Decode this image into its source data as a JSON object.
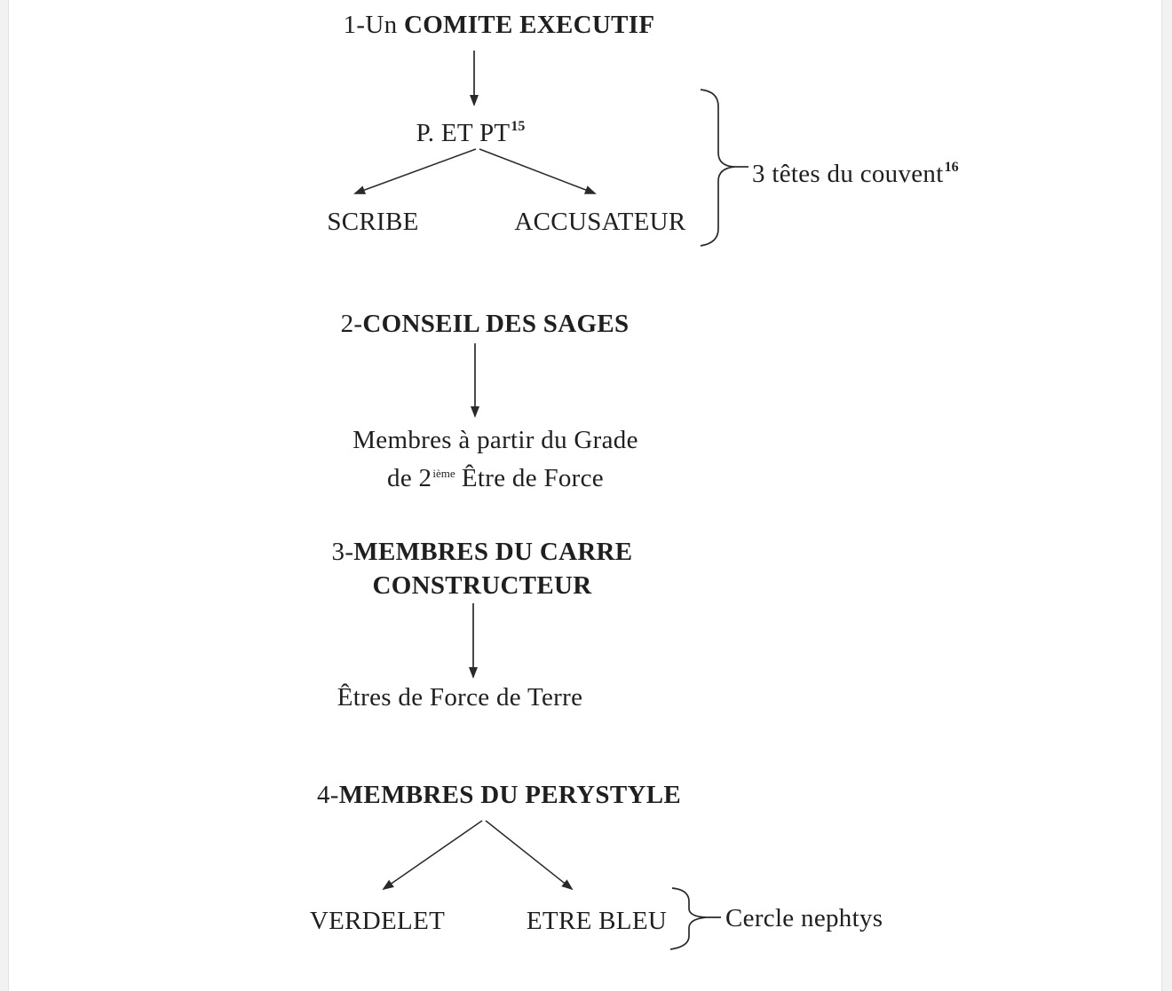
{
  "page": {
    "background_color": "#ffffff",
    "edge_strip_color": "#f2f2f2",
    "text_color": "#1f1f1f",
    "line_color": "#2a2a2a"
  },
  "org_chart": {
    "level1": {
      "prefix": "1-Un ",
      "title": "COMITE EXECUTIF",
      "subordinate": "P. ET PT",
      "subordinate_footnote": "15",
      "left_branch": "SCRIBE",
      "right_branch": "ACCUSATEUR",
      "brace_label": "3 têtes du couvent",
      "brace_label_footnote": "16"
    },
    "level2": {
      "prefix": "2-",
      "title": "CONSEIL DES SAGES",
      "subordinate_line1": "Membres à partir du Grade",
      "subordinate_line2_start": "de 2",
      "subordinate_line2_exponent": "ième",
      "subordinate_line2_end": "Être de Force"
    },
    "level3": {
      "prefix": "3-",
      "title_line1": "MEMBRES DU CARRE",
      "title_line2": "CONSTRUCTEUR",
      "subordinate": "Êtres de Force de Terre"
    },
    "level4": {
      "prefix": "4-",
      "title": "MEMBRES DU PERYSTYLE",
      "left_branch": "VERDELET",
      "right_branch": "ETRE BLEU",
      "brace_label": "Cercle nephtys"
    }
  }
}
